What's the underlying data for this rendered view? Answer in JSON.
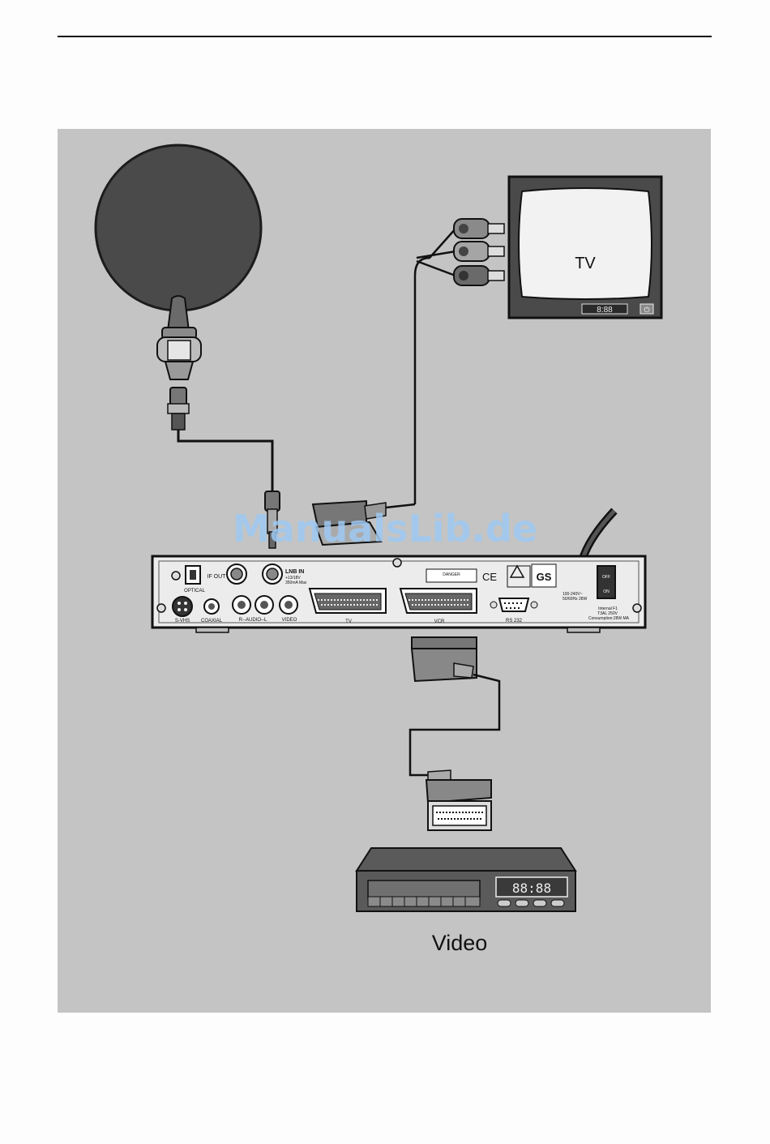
{
  "labels": {
    "tv": "TV",
    "video": "Video",
    "tv_clock": "8:88",
    "vcr_clock": "88:88"
  },
  "receiver": {
    "optical": "OPTICAL",
    "if_out": "IF OUT",
    "lnb_in": "LNB IN",
    "lnb_in_spec1": "+13/18V",
    "lnb_in_spec2": "350mA Max",
    "s_vhs": "S-VHS",
    "coaxial": "COAXIAL",
    "audio": "R--AUDIO--L",
    "video": "VIDEO",
    "tv_scart": "TV",
    "vcr_scart": "VCR",
    "rs232": "RS 232",
    "ce": "CE",
    "gs": "GS",
    "danger": "DANGER",
    "power_spec1": "100-240V~",
    "power_spec2": "50/60Hz 28W",
    "fuse1": "Internal F1",
    "fuse2": "T3AL 250V",
    "consumption": "Consumption:28W MA",
    "switch_off": "OFF",
    "switch_on": "ON"
  },
  "watermark": "ManualsLib.de"
}
